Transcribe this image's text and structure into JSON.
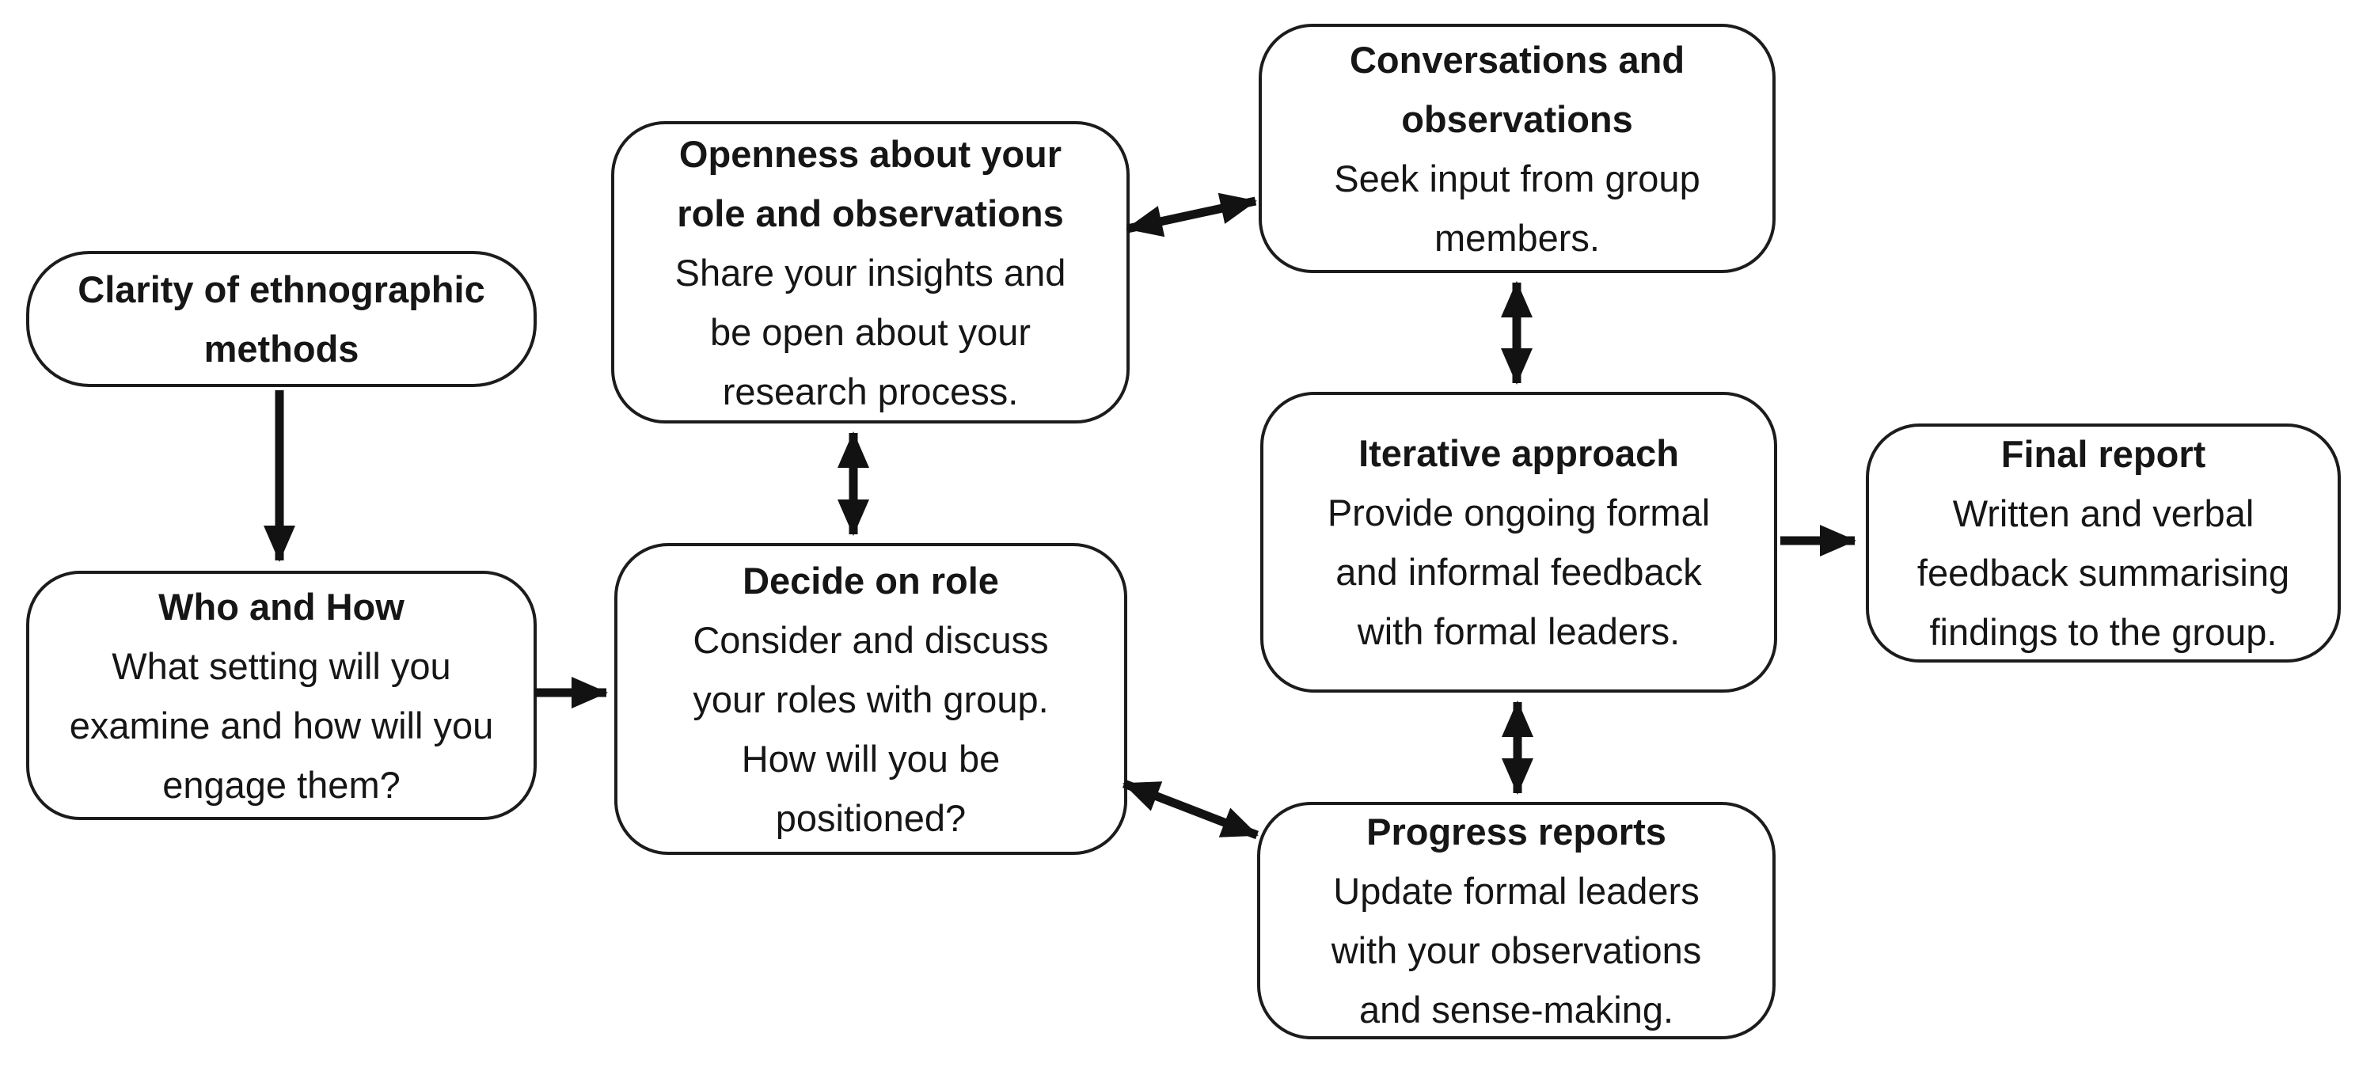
{
  "diagram": {
    "background": "#ffffff",
    "line_color": "#1a1a1a",
    "nodes": [
      {
        "id": "clarity-of-ethnographic-methods",
        "title": "Clarity of ethnographic\nmethods",
        "body": ""
      },
      {
        "id": "who-and-how",
        "title": "Who and How",
        "body": "What setting will you\nexamine and how will you\nengage them?"
      },
      {
        "id": "openness-about-your-role-and-observations",
        "title": "Openness about your\nrole and observations",
        "body": "Share your insights and\nbe open about your\nresearch process."
      },
      {
        "id": "decide-on-role",
        "title": "Decide on role",
        "body": "Consider and discuss\nyour roles with group.\nHow will you be\npositioned?"
      },
      {
        "id": "conversations-and-observations",
        "title": "Conversations and\nobservations",
        "body": "Seek input from group\nmembers."
      },
      {
        "id": "iterative-approach",
        "title": "Iterative approach",
        "body": "Provide ongoing formal\nand informal feedback\nwith formal leaders."
      },
      {
        "id": "progress-reports",
        "title": "Progress reports",
        "body": "Update formal leaders\nwith your observations\nand sense-making."
      },
      {
        "id": "final-report",
        "title": "Final report",
        "body": "Written and verbal\nfeedback summarising\nfindings to the group."
      }
    ],
    "connections": [
      {
        "from": "clarity-of-ethnographic-methods",
        "to": "who-and-how",
        "bidirectional": false
      },
      {
        "from": "who-and-how",
        "to": "decide-on-role",
        "bidirectional": false
      },
      {
        "from": "openness-about-your-role-and-observations",
        "to": "decide-on-role",
        "bidirectional": true
      },
      {
        "from": "openness-about-your-role-and-observations",
        "to": "conversations-and-observations",
        "bidirectional": true
      },
      {
        "from": "conversations-and-observations",
        "to": "iterative-approach",
        "bidirectional": true
      },
      {
        "from": "iterative-approach",
        "to": "final-report",
        "bidirectional": false
      },
      {
        "from": "iterative-approach",
        "to": "progress-reports",
        "bidirectional": true
      },
      {
        "from": "decide-on-role",
        "to": "progress-reports",
        "bidirectional": true
      }
    ]
  }
}
